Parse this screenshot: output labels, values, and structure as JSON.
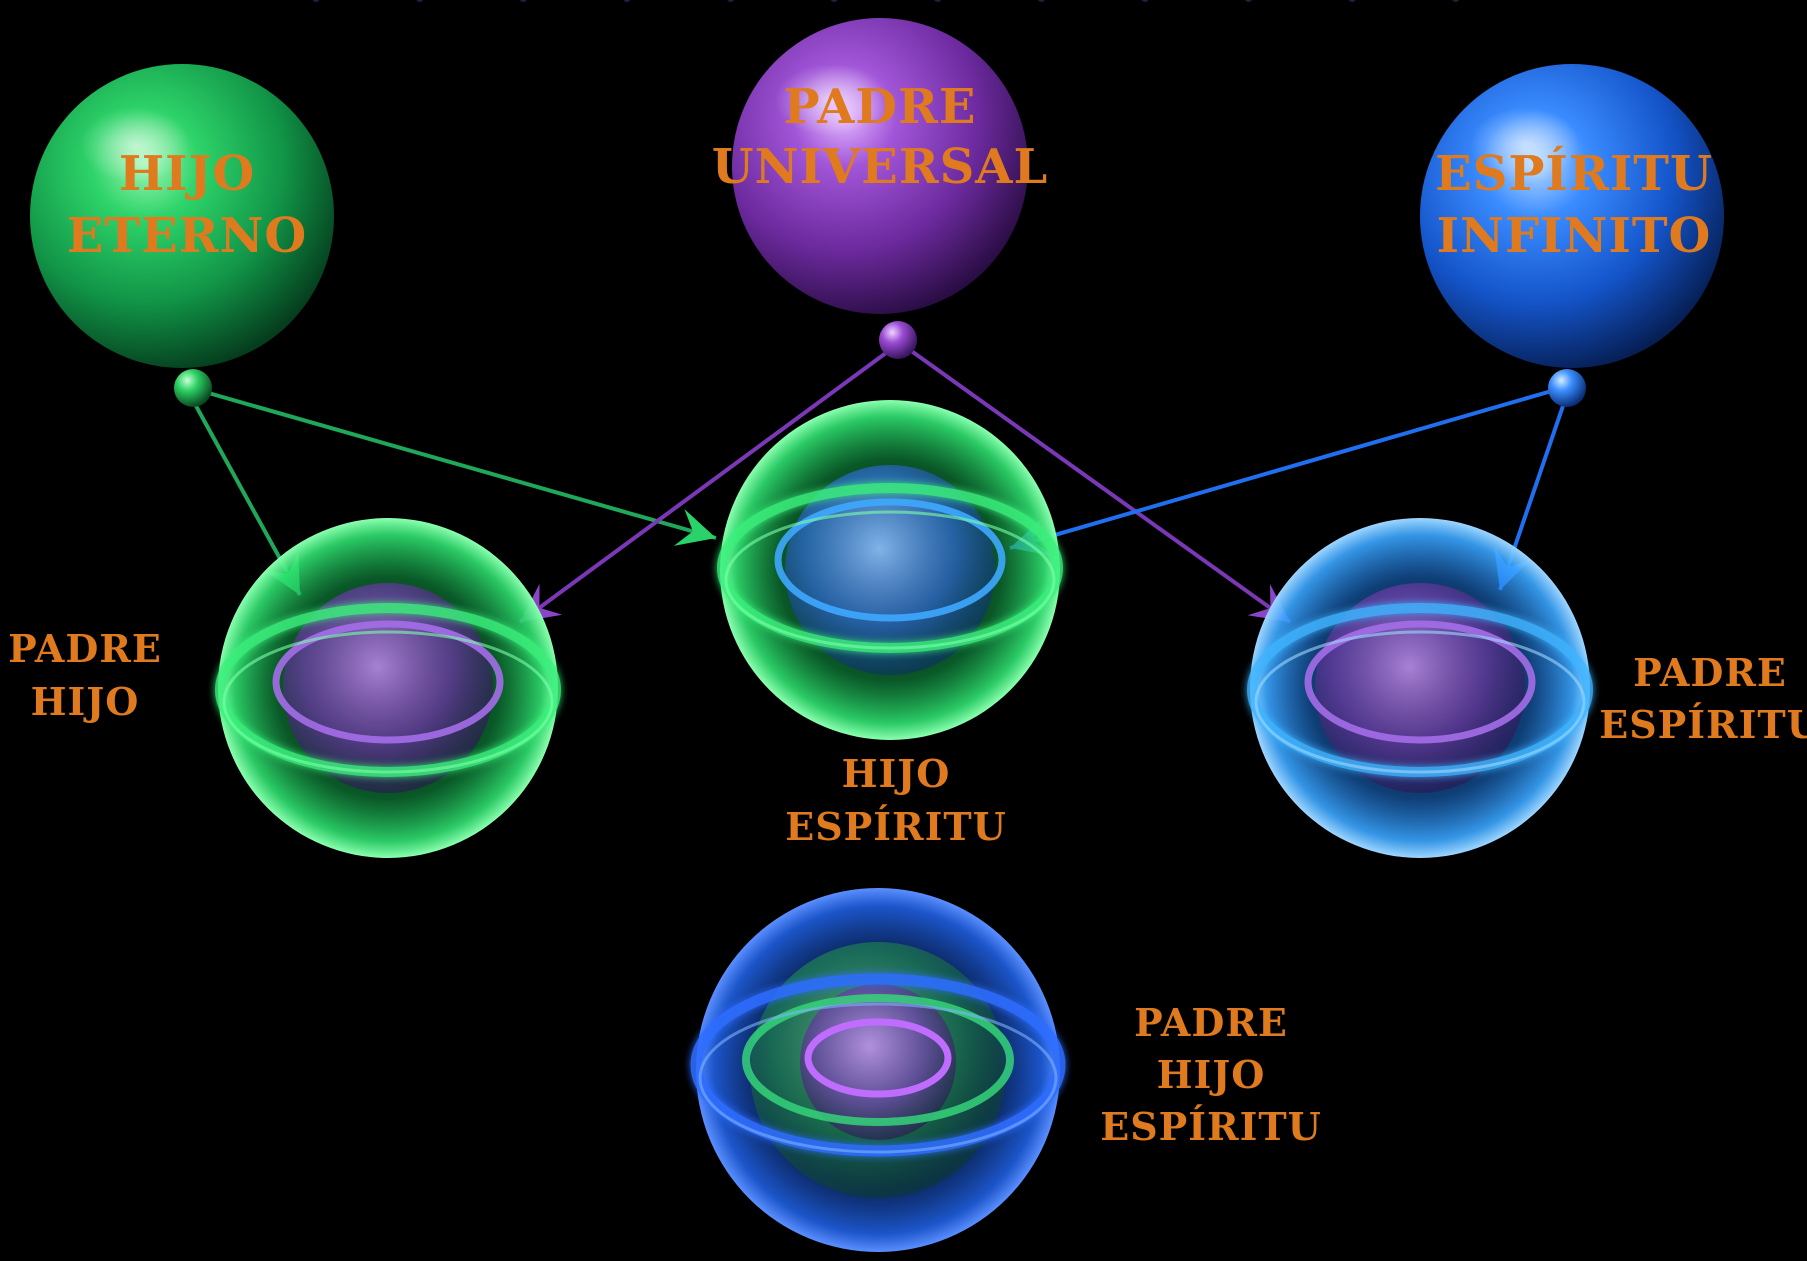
{
  "colors": {
    "background": "#000000",
    "label": "#e07a1f",
    "green": "#1fc85a",
    "purple": "#8a3cc4",
    "blue": "#1a73ff"
  },
  "primary_spheres": {
    "son": {
      "line1": "HIJO",
      "line2": "ETERNO",
      "color": "green"
    },
    "father": {
      "line1": "PADRE",
      "line2": "UNIVERSAL",
      "color": "purple"
    },
    "spirit": {
      "line1": "ESPÍRITU",
      "line2": "INFINITO",
      "color": "blue"
    }
  },
  "compound_labels": {
    "father_son": {
      "line1": "PADRE",
      "line2": "HIJO"
    },
    "son_spirit": {
      "line1": "HIJO",
      "line2": "ESPÍRITU"
    },
    "father_spirit": {
      "line1": "PADRE",
      "line2": "ESPÍRITU"
    },
    "father_son_spirit": {
      "line1": "PADRE",
      "line2": "HIJO",
      "line3": "ESPÍRITU"
    }
  },
  "connectors": [
    {
      "from": "son",
      "to": "father_son",
      "color": "green"
    },
    {
      "from": "son",
      "to": "son_spirit",
      "color": "green"
    },
    {
      "from": "father",
      "to": "father_son",
      "color": "purple"
    },
    {
      "from": "father",
      "to": "father_spirit",
      "color": "purple"
    },
    {
      "from": "spirit",
      "to": "son_spirit",
      "color": "blue"
    },
    {
      "from": "spirit",
      "to": "father_spirit",
      "color": "blue"
    }
  ]
}
